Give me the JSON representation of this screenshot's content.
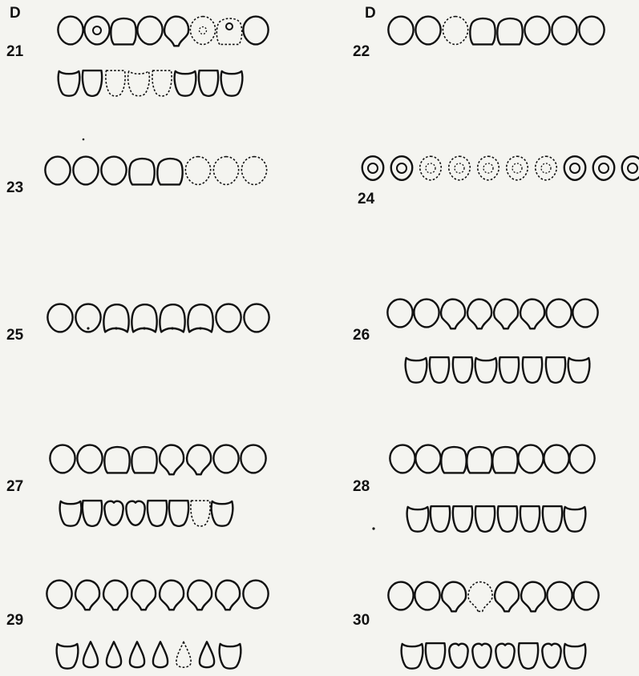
{
  "figure_labels": [
    "21",
    "22",
    "23",
    "24",
    "25",
    "26",
    "27",
    "28",
    "29",
    "30"
  ],
  "orientation_marks": [
    "D",
    "D"
  ],
  "colors": {
    "ink": "#111111",
    "paper": "#f4f4f0"
  }
}
